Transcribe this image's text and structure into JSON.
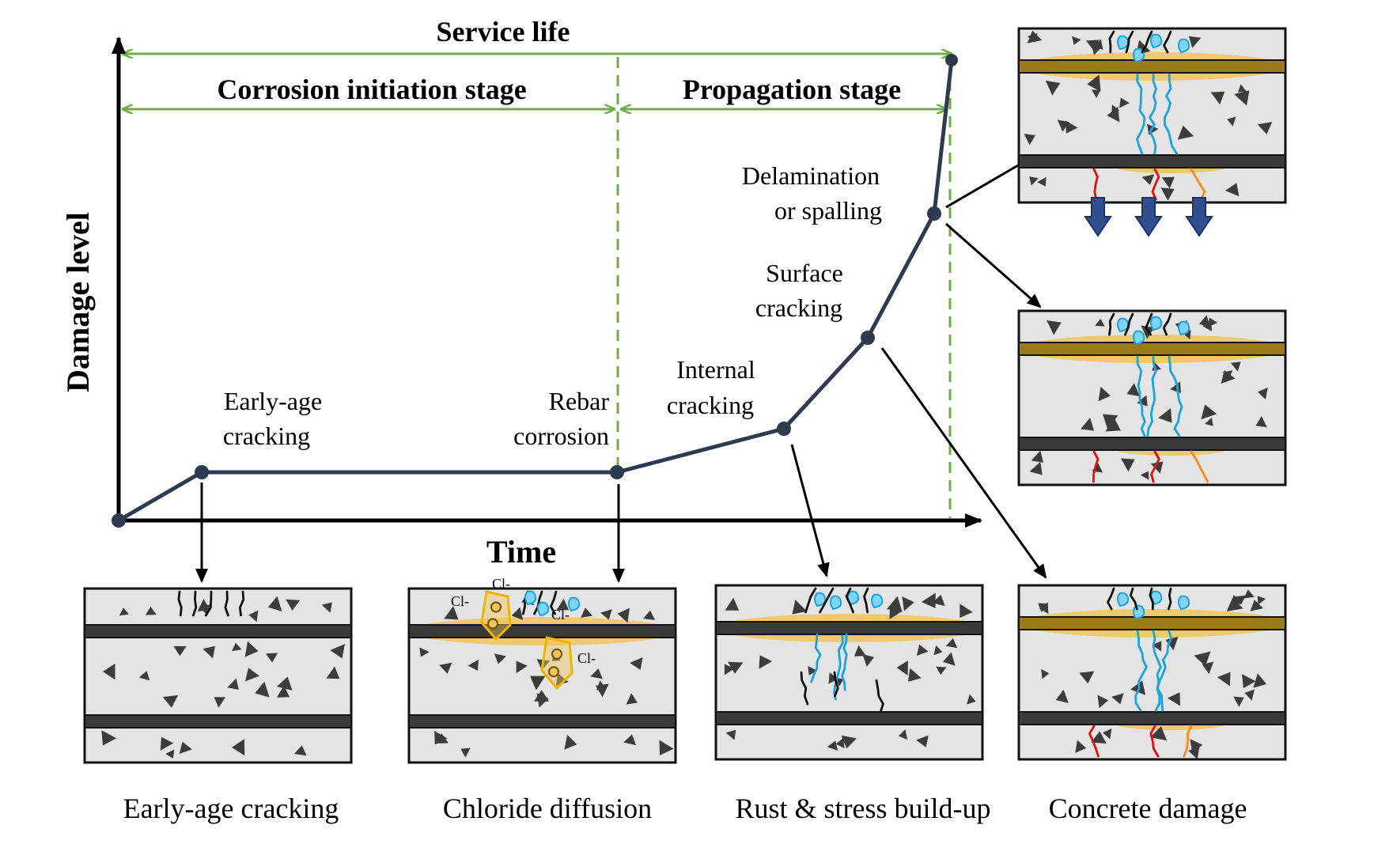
{
  "titles": {
    "service_life": "Service life",
    "initiation_stage": "Corrosion initiation stage",
    "propagation_stage": "Propagation stage"
  },
  "axes": {
    "y_label": "Damage level",
    "x_label": "Time"
  },
  "curve_points": {
    "early_age": [
      "Early-age",
      "cracking"
    ],
    "rebar_corrosion": [
      "Rebar",
      "corrosion"
    ],
    "internal": [
      "Internal",
      "cracking"
    ],
    "surface": [
      "Surface",
      "cracking"
    ],
    "delamination": [
      "Delamination",
      "or spalling"
    ]
  },
  "chloride_labels": [
    "Cl-",
    "Cl-",
    "Cl-",
    "Cl-"
  ],
  "captions": {
    "early_age": "Early-age cracking",
    "chloride": "Chloride diffusion",
    "rust": "Rust & stress build-up",
    "damage": "Concrete damage"
  },
  "colors": {
    "curve": "#2e3a4f",
    "stage_arrow": "#70ad47",
    "concrete": "#e4e4e4",
    "rebar": "#3a3a3a",
    "rust": "#f0c45a",
    "rust_dark": "#9b7a1a",
    "crack_blue": "#1aa3e0",
    "crack_red": "#e01010",
    "spall_arrow": "#2f4f8f"
  }
}
